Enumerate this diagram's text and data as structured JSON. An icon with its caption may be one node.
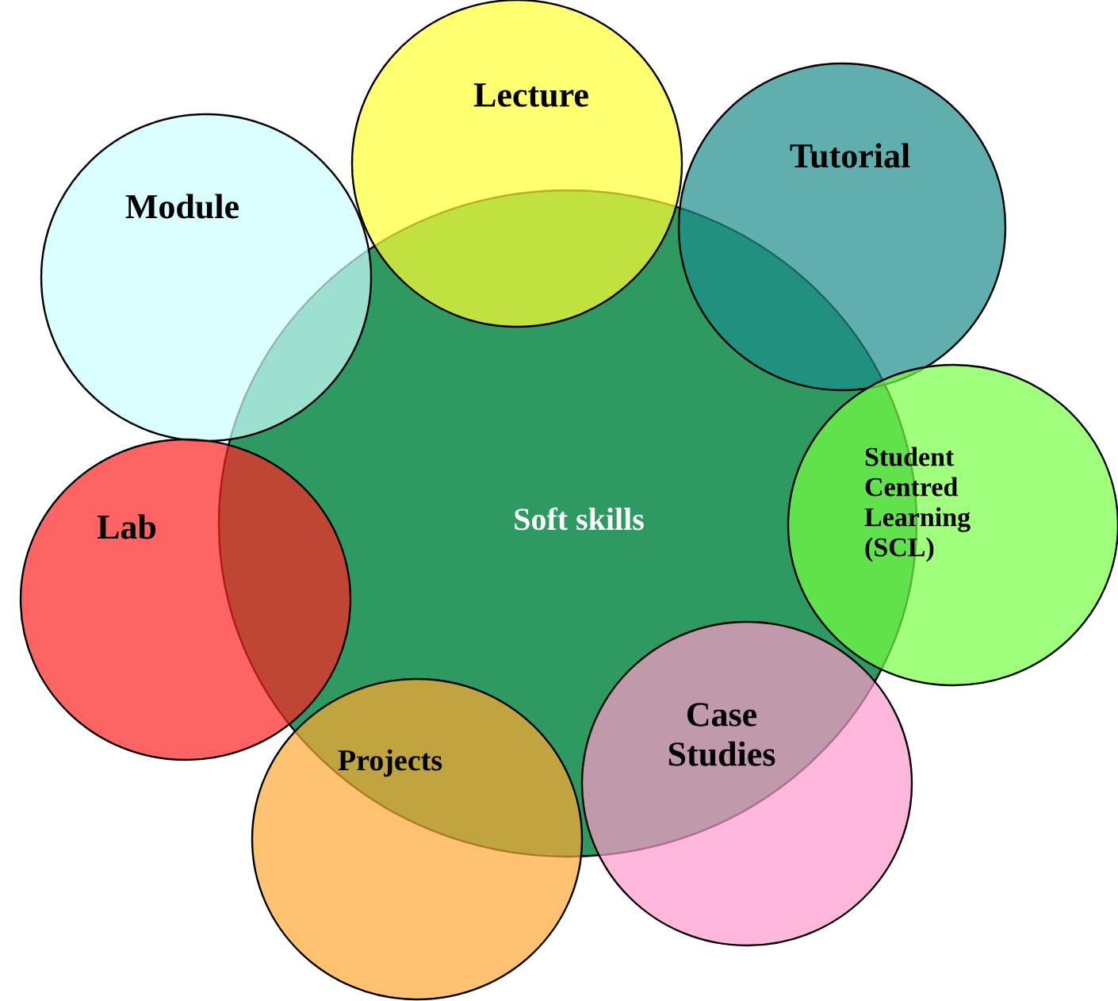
{
  "diagram": {
    "nodes": [
      {
        "text": [
          "Soft skills"
        ]
      },
      {
        "text": [
          "Lecture"
        ]
      },
      {
        "text": [
          "Tutorial"
        ]
      },
      {
        "text": [
          "Module"
        ]
      },
      {
        "text": [
          "Student Centred Learning (SCL)"
        ]
      },
      {
        "text": [
          "Lab"
        ]
      },
      {
        "text": [
          "Case Studies"
        ]
      },
      {
        "text": [
          "Projects"
        ]
      }
    ]
  }
}
